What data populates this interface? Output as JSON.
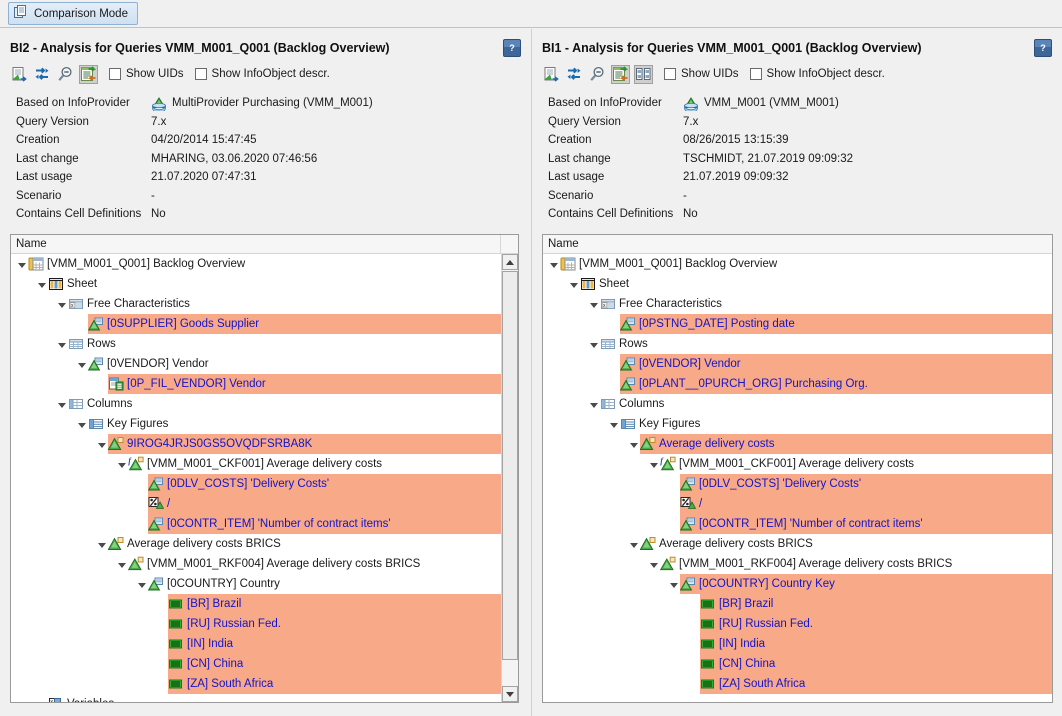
{
  "toolbar": {
    "comparison_mode_label": "Comparison Mode",
    "comparison_icon": "copy-pages-icon"
  },
  "panes": [
    {
      "id": "left",
      "title": "BI2 - Analysis for Queries VMM_M001_Q001 (Backlog Overview)",
      "help_icon": "help-question-icon",
      "icons": [
        "export-document-icon",
        "transfer-arrows-icon",
        "magnifier-minus-icon",
        "document-arrow-icon"
      ],
      "checkboxes": [
        {
          "label": "Show UIDs",
          "checked": false
        },
        {
          "label": "Show InfoObject descr.",
          "checked": false
        }
      ],
      "meta": [
        {
          "key": "Based on InfoProvider",
          "value": "MultiProvider Purchasing (VMM_M001)",
          "icon": "infoprovider-icon"
        },
        {
          "key": "Query Version",
          "value": "7.x"
        },
        {
          "key": "Creation",
          "value": "04/20/2014 15:47:45"
        },
        {
          "key": "Last change",
          "value": "MHARING, 03.06.2020 07:46:56"
        },
        {
          "key": "Last usage",
          "value": "21.07.2020 07:47:31"
        },
        {
          "key": "Scenario",
          "value": "-"
        },
        {
          "key": "Contains Cell Definitions",
          "value": "No"
        }
      ],
      "tree_column_header": "Name",
      "scrollbar": {
        "visible": true
      },
      "tree": [
        {
          "depth": 0,
          "twist": "open",
          "icon": "query-icon",
          "label": "[VMM_M001_Q001] Backlog Overview",
          "color": "black",
          "selected": false
        },
        {
          "depth": 1,
          "twist": "open",
          "icon": "sheet-icon",
          "label": "Sheet",
          "color": "black",
          "selected": false
        },
        {
          "depth": 2,
          "twist": "open",
          "icon": "free-chars-icon",
          "label": "Free Characteristics",
          "color": "black",
          "selected": false
        },
        {
          "depth": 3,
          "twist": "none",
          "icon": "characteristic-icon",
          "label": "[0SUPPLIER] Goods Supplier",
          "color": "blue",
          "selected": true
        },
        {
          "depth": 2,
          "twist": "open",
          "icon": "rows-icon",
          "label": "Rows",
          "color": "black",
          "selected": false
        },
        {
          "depth": 3,
          "twist": "open",
          "icon": "characteristic-icon",
          "label": "[0VENDOR] Vendor",
          "color": "black",
          "selected": false
        },
        {
          "depth": 4,
          "twist": "none",
          "icon": "variable-icon",
          "label": "[0P_FIL_VENDOR] Vendor",
          "color": "blue",
          "selected": true
        },
        {
          "depth": 2,
          "twist": "open",
          "icon": "columns-icon",
          "label": "Columns",
          "color": "black",
          "selected": false
        },
        {
          "depth": 3,
          "twist": "open",
          "icon": "key-figures-icon",
          "label": "Key Figures",
          "color": "black",
          "selected": false
        },
        {
          "depth": 4,
          "twist": "open",
          "icon": "structure-elem-icon",
          "label": "9IROG4JRJS0GS5OVQDFSRBA8K",
          "color": "blue",
          "selected": true
        },
        {
          "depth": 5,
          "twist": "open",
          "icon": "calc-keyfigure-icon",
          "label": "[VMM_M001_CKF001] Average delivery costs",
          "color": "black",
          "selected": false
        },
        {
          "depth": 6,
          "twist": "none",
          "icon": "keyfigure-icon",
          "label": "[0DLV_COSTS] 'Delivery Costs'",
          "color": "blue",
          "selected": true
        },
        {
          "depth": 6,
          "twist": "none",
          "icon": "operator-icon",
          "label": "/",
          "color": "blue",
          "selected": true
        },
        {
          "depth": 6,
          "twist": "none",
          "icon": "keyfigure-icon",
          "label": "[0CONTR_ITEM] 'Number of contract items'",
          "color": "blue",
          "selected": true
        },
        {
          "depth": 4,
          "twist": "open",
          "icon": "structure-elem-icon",
          "label": "Average delivery costs BRICS",
          "color": "black",
          "selected": false
        },
        {
          "depth": 5,
          "twist": "open",
          "icon": "restricted-kf-icon",
          "label": "[VMM_M001_RKF004] Average delivery costs BRICS",
          "color": "black",
          "selected": false
        },
        {
          "depth": 6,
          "twist": "open",
          "icon": "characteristic-icon",
          "label": "[0COUNTRY] Country",
          "color": "black",
          "selected": false
        },
        {
          "depth": 7,
          "twist": "none",
          "icon": "member-icon",
          "label": "[BR] Brazil",
          "color": "blue",
          "selected": true
        },
        {
          "depth": 7,
          "twist": "none",
          "icon": "member-icon",
          "label": "[RU] Russian Fed.",
          "color": "blue",
          "selected": true
        },
        {
          "depth": 7,
          "twist": "none",
          "icon": "member-icon",
          "label": "[IN] India",
          "color": "blue",
          "selected": true
        },
        {
          "depth": 7,
          "twist": "none",
          "icon": "member-icon",
          "label": "[CN] China",
          "color": "blue",
          "selected": true
        },
        {
          "depth": 7,
          "twist": "none",
          "icon": "member-icon",
          "label": "[ZA] South Africa",
          "color": "blue",
          "selected": true
        },
        {
          "depth": 1,
          "twist": "open",
          "icon": "variables-icon",
          "label": "Variables",
          "color": "black",
          "selected": false,
          "clipped": true
        }
      ]
    },
    {
      "id": "right",
      "title": "BI1 - Analysis for Queries VMM_M001_Q001 (Backlog Overview)",
      "help_icon": "help-question-icon",
      "icons": [
        "export-document-icon",
        "transfer-arrows-icon",
        "magnifier-minus-icon",
        "document-arrow-icon",
        "grid-compare-icon"
      ],
      "checkboxes": [
        {
          "label": "Show UIDs",
          "checked": false
        },
        {
          "label": "Show InfoObject descr.",
          "checked": false
        }
      ],
      "meta": [
        {
          "key": "Based on InfoProvider",
          "value": "VMM_M001 (VMM_M001)",
          "icon": "infoprovider-icon"
        },
        {
          "key": "Query Version",
          "value": "7.x"
        },
        {
          "key": "Creation",
          "value": "08/26/2015 13:15:39"
        },
        {
          "key": "Last change",
          "value": "TSCHMIDT, 21.07.2019 09:09:32"
        },
        {
          "key": "Last usage",
          "value": "21.07.2019 09:09:32"
        },
        {
          "key": "Scenario",
          "value": "-"
        },
        {
          "key": "Contains Cell Definitions",
          "value": "No"
        }
      ],
      "tree_column_header": "Name",
      "scrollbar": {
        "visible": false
      },
      "tree": [
        {
          "depth": 0,
          "twist": "open",
          "icon": "query-icon",
          "label": "[VMM_M001_Q001] Backlog Overview",
          "color": "black",
          "selected": false
        },
        {
          "depth": 1,
          "twist": "open",
          "icon": "sheet-icon",
          "label": "Sheet",
          "color": "black",
          "selected": false
        },
        {
          "depth": 2,
          "twist": "open",
          "icon": "free-chars-icon",
          "label": "Free Characteristics",
          "color": "black",
          "selected": false
        },
        {
          "depth": 3,
          "twist": "none",
          "icon": "characteristic-icon",
          "label": "[0PSTNG_DATE] Posting date",
          "color": "blue",
          "selected": true
        },
        {
          "depth": 2,
          "twist": "open",
          "icon": "rows-icon",
          "label": "Rows",
          "color": "black",
          "selected": false
        },
        {
          "depth": 3,
          "twist": "none",
          "icon": "characteristic-icon",
          "label": "[0VENDOR] Vendor",
          "color": "blue",
          "selected": true
        },
        {
          "depth": 3,
          "twist": "none",
          "icon": "characteristic-icon",
          "label": "[0PLANT__0PURCH_ORG] Purchasing Org.",
          "color": "blue",
          "selected": true
        },
        {
          "depth": 2,
          "twist": "open",
          "icon": "columns-icon",
          "label": "Columns",
          "color": "black",
          "selected": false
        },
        {
          "depth": 3,
          "twist": "open",
          "icon": "key-figures-icon",
          "label": "Key Figures",
          "color": "black",
          "selected": false
        },
        {
          "depth": 4,
          "twist": "open",
          "icon": "structure-elem-icon",
          "label": "Average delivery costs",
          "color": "blue",
          "selected": true
        },
        {
          "depth": 5,
          "twist": "open",
          "icon": "calc-keyfigure-icon",
          "label": "[VMM_M001_CKF001] Average delivery costs",
          "color": "black",
          "selected": false
        },
        {
          "depth": 6,
          "twist": "none",
          "icon": "keyfigure-icon",
          "label": "[0DLV_COSTS] 'Delivery Costs'",
          "color": "blue",
          "selected": true
        },
        {
          "depth": 6,
          "twist": "none",
          "icon": "operator-icon",
          "label": "/",
          "color": "blue",
          "selected": true
        },
        {
          "depth": 6,
          "twist": "none",
          "icon": "keyfigure-icon",
          "label": "[0CONTR_ITEM] 'Number of contract items'",
          "color": "blue",
          "selected": true
        },
        {
          "depth": 4,
          "twist": "open",
          "icon": "structure-elem-icon",
          "label": "Average delivery costs BRICS",
          "color": "black",
          "selected": false
        },
        {
          "depth": 5,
          "twist": "open",
          "icon": "restricted-kf-icon",
          "label": "[VMM_M001_RKF004] Average delivery costs BRICS",
          "color": "black",
          "selected": false
        },
        {
          "depth": 6,
          "twist": "open",
          "icon": "characteristic-icon",
          "label": "[0COUNTRY] Country Key",
          "color": "blue",
          "selected": true
        },
        {
          "depth": 7,
          "twist": "none",
          "icon": "member-icon",
          "label": "[BR] Brazil",
          "color": "blue",
          "selected": true
        },
        {
          "depth": 7,
          "twist": "none",
          "icon": "member-icon",
          "label": "[RU] Russian Fed.",
          "color": "blue",
          "selected": true
        },
        {
          "depth": 7,
          "twist": "none",
          "icon": "member-icon",
          "label": "[IN] India",
          "color": "blue",
          "selected": true
        },
        {
          "depth": 7,
          "twist": "none",
          "icon": "member-icon",
          "label": "[CN] China",
          "color": "blue",
          "selected": true
        },
        {
          "depth": 7,
          "twist": "none",
          "icon": "member-icon",
          "label": "[ZA] South Africa",
          "color": "blue",
          "selected": true
        }
      ]
    }
  ],
  "colors": {
    "highlight": "#f8a987",
    "link_text": "#1414c8",
    "button_face": "#f0f0f0",
    "accent_blue": "#3d6699"
  }
}
